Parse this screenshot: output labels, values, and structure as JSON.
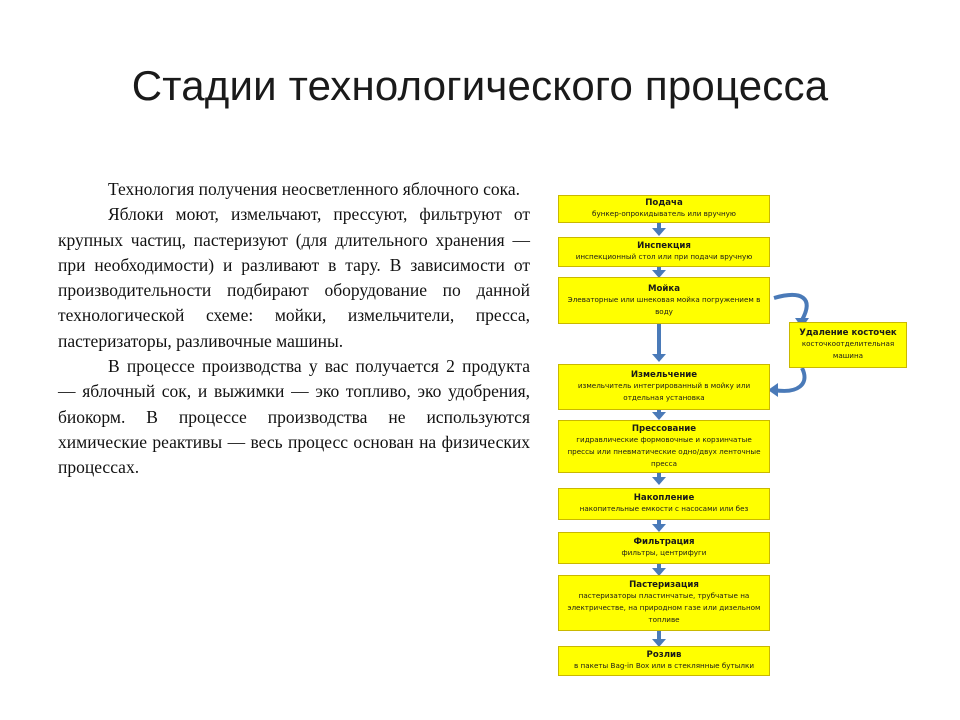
{
  "title": "Стадии технологического процесса",
  "paragraphs": [
    "Технология получения неосветленного яблочного сока.",
    "Яблоки моют, измельчают, прессуют, фильтруют от крупных частиц, пастеризуют (для длительного хранения — при необходимости) и разливают в тару. В зависимости от производительности подбирают оборудование по данной технологической схеме: мойки, измельчители, пресса, пастеризаторы, разливочные машины.",
    "В процессе производства у вас получается 2 продукта — яблочный сок, и выжимки — эко топливо, эко удобрения, биокорм. В процессе производства не используются химические реактивы — весь процесс основан на физических процессах."
  ],
  "colors": {
    "box_fill": "#ffff00",
    "box_border": "#c9b800",
    "arrow": "#4a7ab8"
  },
  "diagram": {
    "stages": [
      {
        "name": "Подача",
        "desc": "бункер-опрокидыватель или вручную"
      },
      {
        "name": "Инспекция",
        "desc": "инспекционный стол или при подачи вручную"
      },
      {
        "name": "Мойка",
        "desc": "Элеваторные или шнековая мойка погружением в воду"
      },
      {
        "name": "Измельчение",
        "desc": "измельчитель интегрированный в мойку или отдельная установка"
      },
      {
        "name": "Прессование",
        "desc": "гидравлические формовочные и корзинчатые прессы или пневматические одно/двух ленточные пресса"
      },
      {
        "name": "Накопление",
        "desc": "накопительные емкости с насосами или без"
      },
      {
        "name": "Фильтрация",
        "desc": "фильтры, центрифуги"
      },
      {
        "name": "Пастеризация",
        "desc": "пастеризаторы пластинчатые, трубчатые на электричестве, на природном газе или дизельном топливе"
      },
      {
        "name": "Розлив",
        "desc": "в пакеты Bag-in Box или в стеклянные бутылки"
      }
    ],
    "side": {
      "name": "Удаление косточек",
      "desc": "косточкоотделительная машина"
    }
  }
}
